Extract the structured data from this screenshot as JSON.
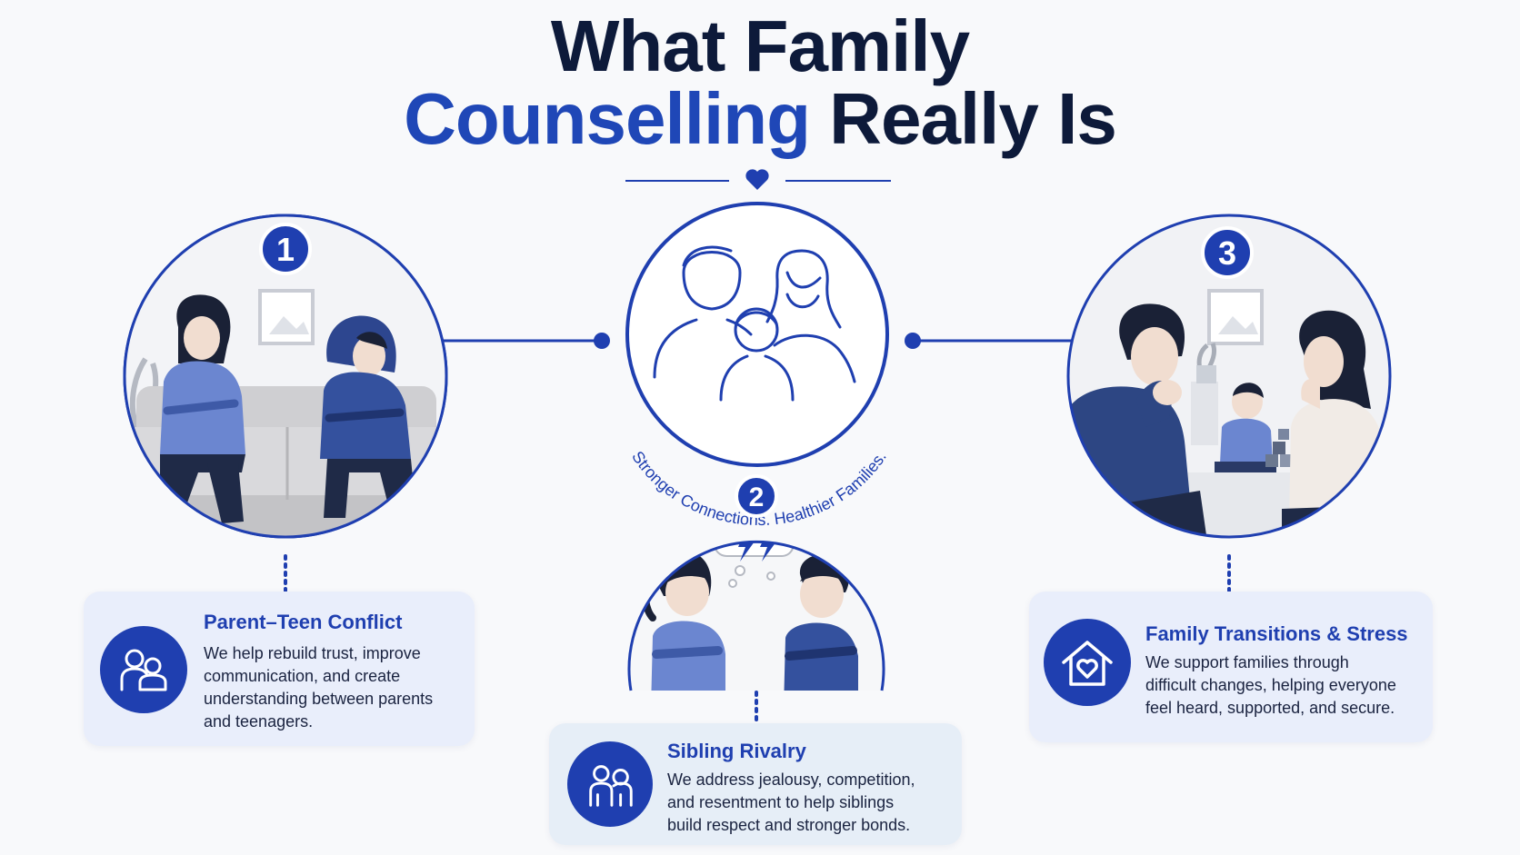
{
  "header": {
    "title_line1": "What Family",
    "title_line2_highlight": "Counselling",
    "title_line2_rest": "Really Is"
  },
  "center": {
    "tagline": "Stronger Connections. Healthier Families.",
    "icon": "family-icon"
  },
  "steps": [
    {
      "number": "1",
      "title": "Parent–Teen Conflict",
      "text_lines": [
        "We help rebuild trust, improve",
        "communication, and create",
        "understanding between parents",
        "and teenagers."
      ],
      "icon": "parent-teen-icon"
    },
    {
      "number": "2",
      "title": "Sibling Rivalry",
      "text_lines": [
        "We address jealousy, competition,",
        "and resentment to help siblings",
        "build respect and stronger bonds."
      ],
      "icon": "siblings-icon"
    },
    {
      "number": "3",
      "title": "Family Transitions & Stress",
      "text_lines": [
        "We support families through",
        "difficult changes, helping everyone",
        "feel heard, supported, and secure."
      ],
      "icon": "house-heart-icon"
    }
  ],
  "colors": {
    "primary": "#1f3fb0",
    "dark_text": "#0d1a3a",
    "card_bg": "#e9eefb",
    "background": "#f8f9fb"
  }
}
